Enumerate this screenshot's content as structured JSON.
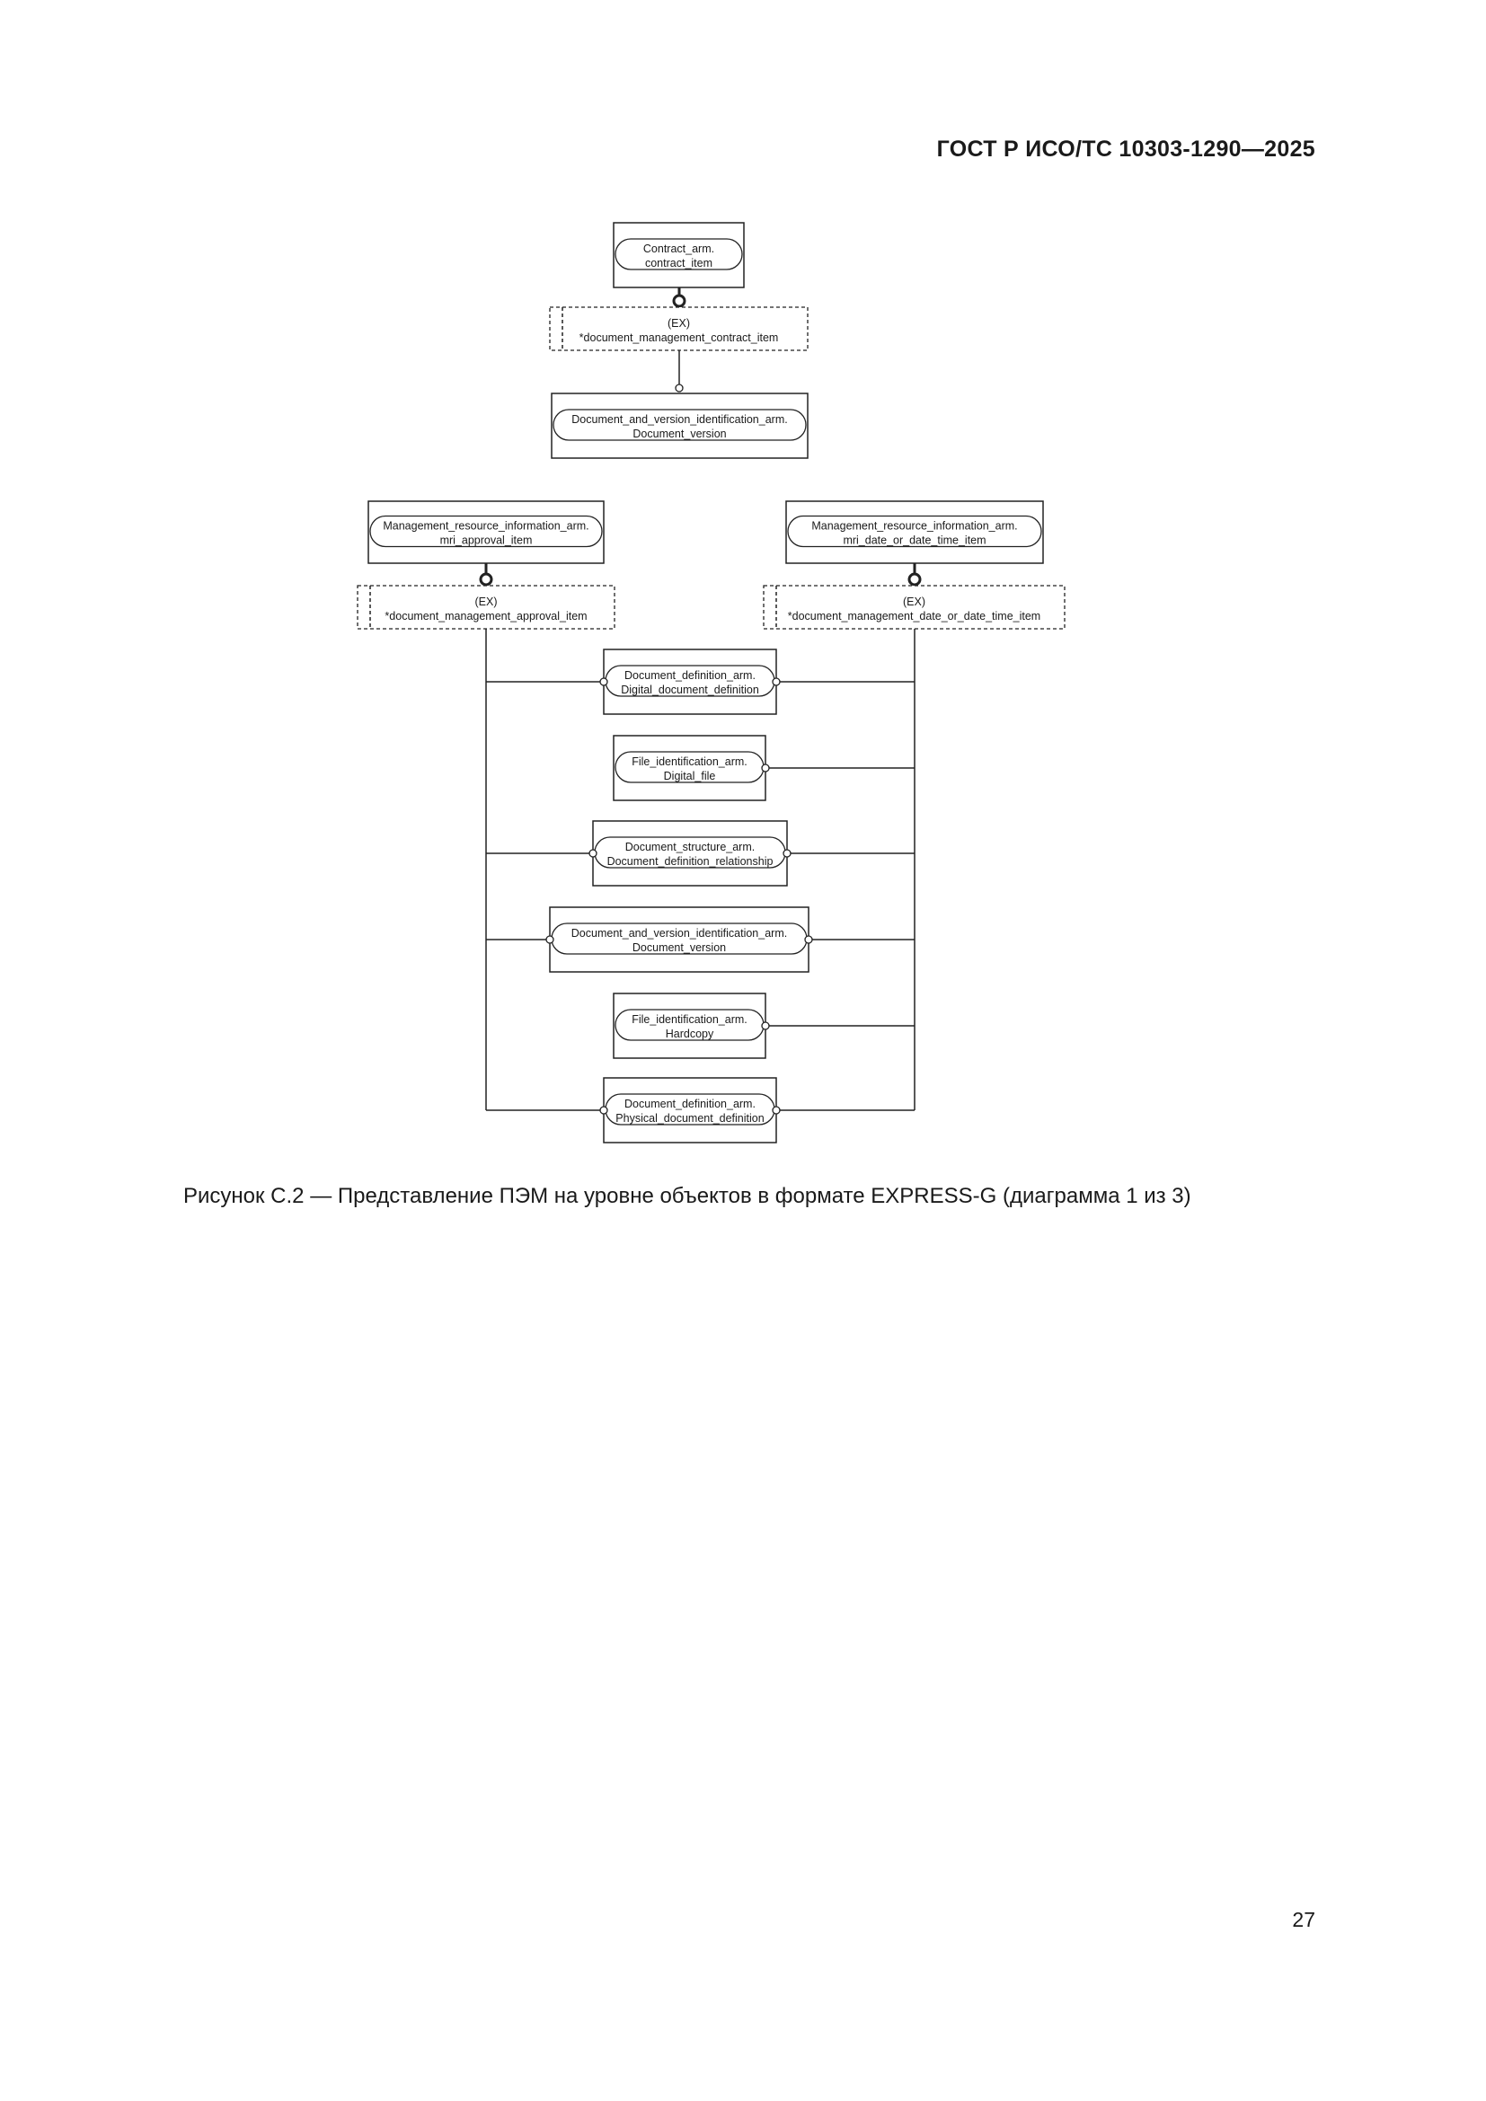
{
  "header": {
    "standard": "ГОСТ Р ИСО/ТС 10303-1290—2025"
  },
  "diagram": {
    "top": {
      "source": [
        "Contract_arm.",
        "contract_item"
      ],
      "select": [
        "(EX)",
        "*document_management_contract_item"
      ],
      "target": [
        "Document_and_version_identification_arm.",
        "Document_version"
      ]
    },
    "left": {
      "source": [
        "Management_resource_information_arm.",
        "mri_approval_item"
      ],
      "select": [
        "(EX)",
        "*document_management_approval_item"
      ]
    },
    "right": {
      "source": [
        "Management_resource_information_arm.",
        "mri_date_or_date_time_item"
      ],
      "select": [
        "(EX)",
        "*document_management_date_or_date_time_item"
      ]
    },
    "entities": [
      {
        "lines": [
          "Document_definition_arm.",
          "Digital_document_definition"
        ],
        "from_left": true,
        "from_right": true
      },
      {
        "lines": [
          "File_identification_arm.",
          "Digital_file"
        ],
        "from_left": false,
        "from_right": true
      },
      {
        "lines": [
          "Document_structure_arm.",
          "Document_definition_relationship"
        ],
        "from_left": true,
        "from_right": true
      },
      {
        "lines": [
          "Document_and_version_identification_arm.",
          "Document_version"
        ],
        "from_left": true,
        "from_right": true
      },
      {
        "lines": [
          "File_identification_arm.",
          "Hardcopy"
        ],
        "from_left": false,
        "from_right": true
      },
      {
        "lines": [
          "Document_definition_arm.",
          "Physical_document_definition"
        ],
        "from_left": true,
        "from_right": true
      }
    ]
  },
  "caption": "Рисунок С.2 — Представление ПЭМ на уровне объектов в формате EXPRESS-G (диаграмма 1 из 3)",
  "page_number": "27"
}
